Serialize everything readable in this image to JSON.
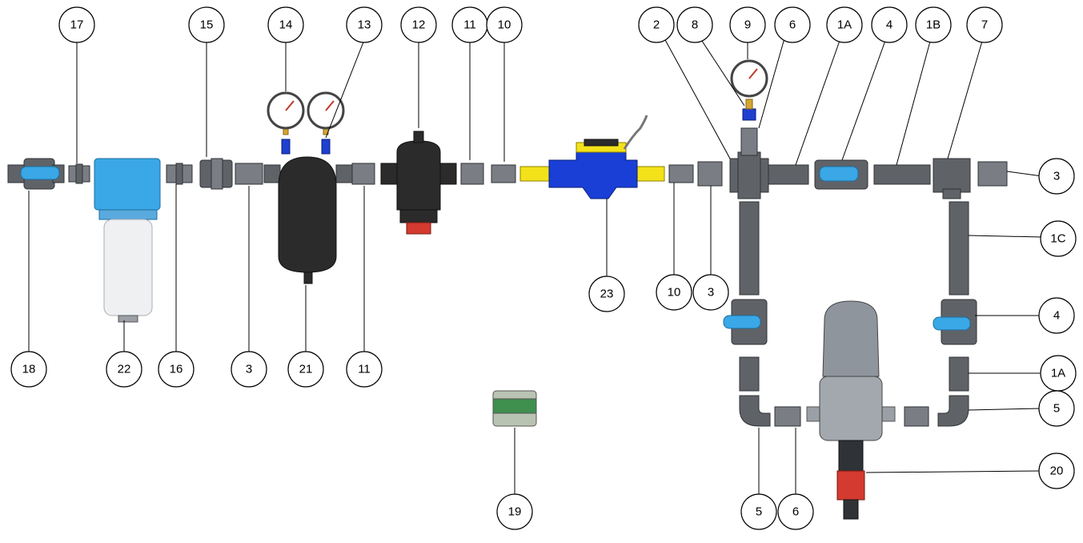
{
  "callouts": [
    {
      "id": "c17",
      "label": "17"
    },
    {
      "id": "c15",
      "label": "15"
    },
    {
      "id": "c14",
      "label": "14"
    },
    {
      "id": "c13",
      "label": "13"
    },
    {
      "id": "c12",
      "label": "12"
    },
    {
      "id": "c11a",
      "label": "11"
    },
    {
      "id": "c10a",
      "label": "10"
    },
    {
      "id": "c2",
      "label": "2"
    },
    {
      "id": "c8",
      "label": "8"
    },
    {
      "id": "c9",
      "label": "9"
    },
    {
      "id": "c6a",
      "label": "6"
    },
    {
      "id": "c1a",
      "label": "1A"
    },
    {
      "id": "c4a",
      "label": "4"
    },
    {
      "id": "c1b",
      "label": "1B"
    },
    {
      "id": "c7",
      "label": "7"
    },
    {
      "id": "c3a",
      "label": "3"
    },
    {
      "id": "c1c",
      "label": "1C"
    },
    {
      "id": "c23",
      "label": "23"
    },
    {
      "id": "c10b",
      "label": "10"
    },
    {
      "id": "c3b",
      "label": "3"
    },
    {
      "id": "c4b",
      "label": "4"
    },
    {
      "id": "c1a2",
      "label": "1A"
    },
    {
      "id": "c5a",
      "label": "5"
    },
    {
      "id": "c18",
      "label": "18"
    },
    {
      "id": "c22",
      "label": "22"
    },
    {
      "id": "c16",
      "label": "16"
    },
    {
      "id": "c3c",
      "label": "3"
    },
    {
      "id": "c21",
      "label": "21"
    },
    {
      "id": "c11b",
      "label": "11"
    },
    {
      "id": "c20",
      "label": "20"
    },
    {
      "id": "c19",
      "label": "19"
    },
    {
      "id": "c5b",
      "label": "5"
    },
    {
      "id": "c6b",
      "label": "6"
    }
  ],
  "colors": {
    "pvc": "#5f6368",
    "valve_handle": "#3aa7e6",
    "filter_cap": "#3aa7e6",
    "meter_body": "#1a3fd6",
    "meter_fittings": "#f3e21a",
    "dosing_red": "#d43a2f"
  }
}
